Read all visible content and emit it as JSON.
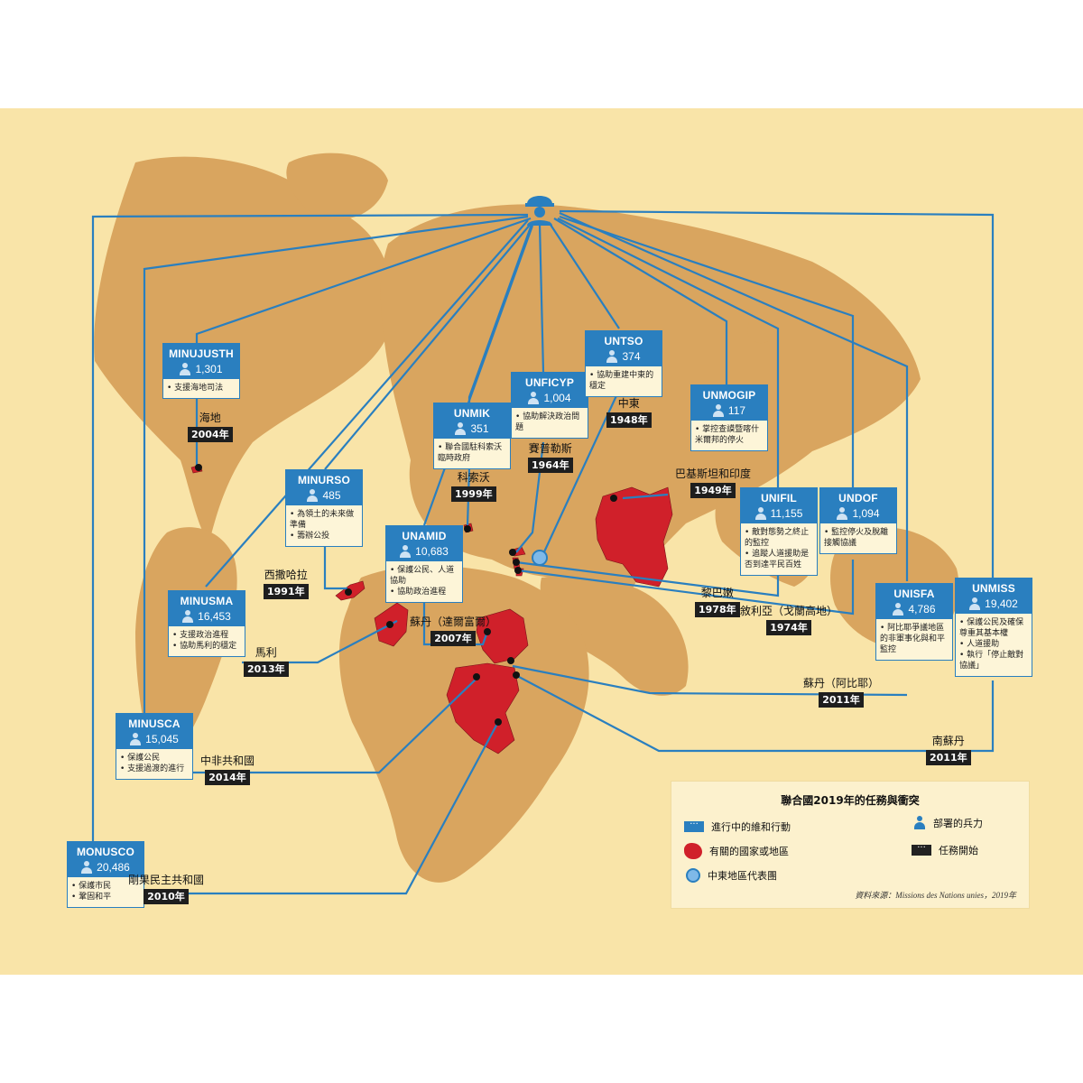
{
  "colors": {
    "background": "#f9e4a8",
    "land": "#d9a55f",
    "mission_line": "#2a7fbf",
    "conflict_region": "#d0202a",
    "year_badge": "#1e1e1e",
    "middle_east_office": "#7fb9e8"
  },
  "hq_icon": "blue-helmet-icon",
  "missions": [
    {
      "id": "minujusth",
      "name": "MINUJUSTH",
      "troops": "1,301",
      "desc": [
        "支援海地司法"
      ],
      "place": "海地",
      "year": "2004年"
    },
    {
      "id": "unmik",
      "name": "UNMIK",
      "troops": "351",
      "desc": [
        "聯合國駐科索沃臨時政府"
      ],
      "place": "科索沃",
      "year": "1999年"
    },
    {
      "id": "unficyp",
      "name": "UNFICYP",
      "troops": "1,004",
      "desc": [
        "協助解決政治問題"
      ],
      "place": "賽普勒斯",
      "year": "1964年"
    },
    {
      "id": "untso",
      "name": "UNTSO",
      "troops": "374",
      "desc": [
        "協助重建中東的穩定"
      ],
      "place": "中東",
      "year": "1948年"
    },
    {
      "id": "unmogip",
      "name": "UNMOGIP",
      "troops": "117",
      "desc": [
        "掌控查謨暨喀什米爾邦的停火"
      ],
      "place": "巴基斯坦和印度",
      "year": "1949年"
    },
    {
      "id": "minurso",
      "name": "MINURSO",
      "troops": "485",
      "desc": [
        "為領土的未來做準備",
        "籌辦公投"
      ],
      "place": "西撒哈拉",
      "year": "1991年"
    },
    {
      "id": "unamid",
      "name": "UNAMID",
      "troops": "10,683",
      "desc": [
        "保護公民、人道協助",
        "協助政治進程"
      ],
      "place": "蘇丹（達爾富爾）",
      "year": "2007年"
    },
    {
      "id": "unifil",
      "name": "UNIFIL",
      "troops": "11,155",
      "desc": [
        "敵對態勢之終止的監控",
        "追蹤人道援助是否到達平民百姓"
      ],
      "place": "黎巴嫩",
      "year": "1978年"
    },
    {
      "id": "undof",
      "name": "UNDOF",
      "troops": "1,094",
      "desc": [
        "監控停火及脫離接觸協議"
      ],
      "place": "敘利亞（戈蘭高地）",
      "year": "1974年"
    },
    {
      "id": "minusma",
      "name": "MINUSMA",
      "troops": "16,453",
      "desc": [
        "支援政治進程",
        "協助馬利的穩定"
      ],
      "place": "馬利",
      "year": "2013年"
    },
    {
      "id": "unisfa",
      "name": "UNISFA",
      "troops": "4,786",
      "desc": [
        "阿比耶爭議地區的非軍事化與和平監控"
      ],
      "place": "蘇丹（阿比耶）",
      "year": "2011年"
    },
    {
      "id": "unmiss",
      "name": "UNMISS",
      "troops": "19,402",
      "desc": [
        "保護公民及確保尊重其基本權",
        "人道援助",
        "執行「停止敵對協議」"
      ],
      "place": "南蘇丹",
      "year": "2011年"
    },
    {
      "id": "minusca",
      "name": "MINUSCA",
      "troops": "15,045",
      "desc": [
        "保護公民",
        "支援過渡的進行"
      ],
      "place": "中非共和國",
      "year": "2014年"
    },
    {
      "id": "monusco",
      "name": "MONUSCO",
      "troops": "20,486",
      "desc": [
        "保護市民",
        "鞏固和平"
      ],
      "place": "剛果民主共和國",
      "year": "2010年"
    }
  ],
  "legend": {
    "title": "聯合國2019年的任務與衝突",
    "items": {
      "ongoing": "進行中的維和行動",
      "troops": "部署的兵力",
      "countries": "有關的國家或地區",
      "start": "任務開始",
      "middle_east": "中東地區代表團"
    },
    "source": "資料來源：Missions des Nations unies，2019年"
  }
}
